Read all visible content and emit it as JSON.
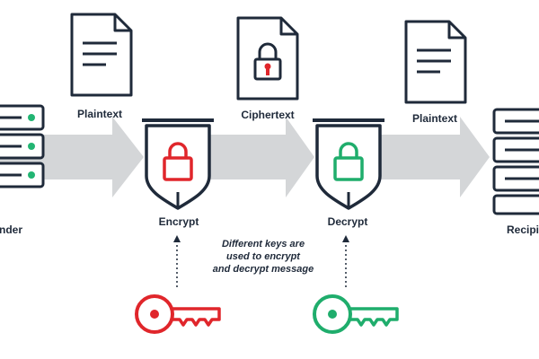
{
  "labels": {
    "plaintext_in": "Plaintext",
    "ciphertext": "Ciphertext",
    "plaintext_out": "Plaintext",
    "sender": "nder",
    "encrypt": "Encrypt",
    "decrypt": "Decrypt",
    "recipient": "Recipi"
  },
  "note": {
    "line1": "Different keys are",
    "line2": "used to encrypt",
    "line3": "and decrypt message"
  },
  "colors": {
    "navy": "#1f2a3a",
    "arrow_gray": "#d4d6d8",
    "encrypt_red": "#e0262b",
    "decrypt_green": "#1fad6c",
    "server_led": "#22b573"
  }
}
